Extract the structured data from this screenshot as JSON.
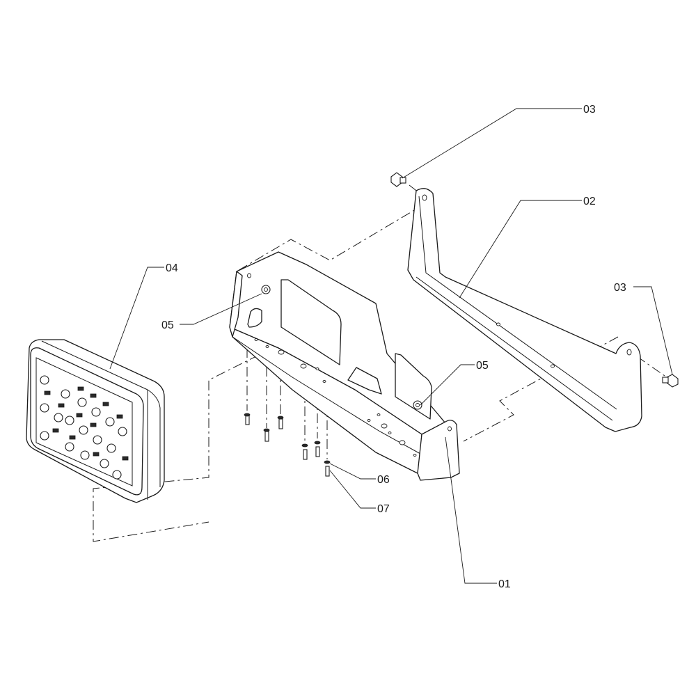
{
  "callouts": {
    "c01": "01",
    "c02": "02",
    "c03_top": "03",
    "c03_right": "03",
    "c04": "04",
    "c05_left": "05",
    "c05_right": "05",
    "c06": "06",
    "c07": "07"
  }
}
